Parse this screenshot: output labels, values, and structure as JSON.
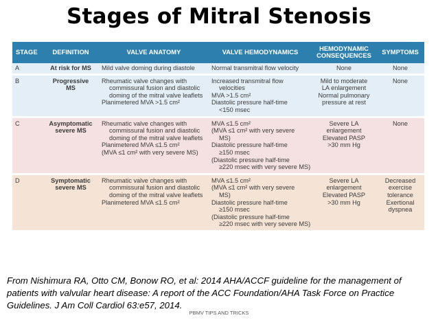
{
  "title": "Stages of Mitral Stenosis",
  "table": {
    "headers": [
      "STAGE",
      "DEFINITION",
      "VALVE ANATOMY",
      "VALVE HEMODYNAMICS",
      "HEMODYNAMIC CONSEQUENCES",
      "SYMPTOMS"
    ],
    "rows": [
      {
        "stage": "A",
        "definition": [
          "At risk for MS"
        ],
        "anatomy": [
          "Mild valve doming during diastole"
        ],
        "hemodynamics": [
          "Normal transmitral flow velocity"
        ],
        "consequences": [
          "None"
        ],
        "symptoms": [
          "None"
        ]
      },
      {
        "stage": "B",
        "definition": [
          "Progressive",
          "MS"
        ],
        "anatomy": [
          "Rheumatic valve changes with",
          "commissural fusion and diastolic",
          "doming of the mitral valve leaflets",
          "Planimetered MVA >1.5 cm²"
        ],
        "hemodynamics": [
          "Increased transmitral flow",
          "velocities",
          "MVA >1.5 cm²",
          "Diastolic pressure half-time",
          "<150 msec"
        ],
        "consequences": [
          "Mild to moderate",
          "LA enlargement",
          "Normal pulmonary",
          "pressure at rest"
        ],
        "symptoms": [
          "None"
        ]
      },
      {
        "stage": "C",
        "definition": [
          "Asymptomatic",
          "severe MS"
        ],
        "anatomy": [
          "Rheumatic valve changes with",
          "commissural fusion and diastolic",
          "doming of the mitral valve leaflets",
          "Planimetered MVA ≤1.5 cm²",
          "(MVA ≤1 cm² with very severe MS)"
        ],
        "hemodynamics": [
          "MVA ≤1.5 cm²",
          "(MVA ≤1 cm² with very severe",
          "MS)",
          "Diastolic pressure half-time",
          "≥150 msec",
          "(Diastolic pressure half-time",
          "≥220 msec with very severe MS)"
        ],
        "consequences": [
          "Severe LA",
          "enlargement",
          "Elevated PASP",
          ">30 mm Hg"
        ],
        "symptoms": [
          "None"
        ]
      },
      {
        "stage": "D",
        "definition": [
          "Symptomatic",
          "severe MS"
        ],
        "anatomy": [
          "Rheumatic valve changes with",
          "commissural fusion and diastolic",
          "doming of the mitral valve leaflets",
          "Planimetered MVA ≤1.5 cm²"
        ],
        "hemodynamics": [
          "MVA ≤1.5 cm²",
          "(MVA ≤1 cm² with very severe",
          "MS)",
          "Diastolic pressure half-time",
          "≥150 msec",
          "(Diastolic pressure half-time",
          "≥220 msec with very severe MS)"
        ],
        "consequences": [
          "Severe LA",
          "enlargement",
          "Elevated PASP",
          ">30 mm Hg"
        ],
        "symptoms": [
          "Decreased",
          "exercise",
          "tolerance",
          "Exertional",
          "dyspnea"
        ]
      }
    ]
  },
  "citation": "From Nishimura RA, Otto CM, Bonow RO, et al: 2014 AHA/ACCF guideline for the management of patients with valvular heart disease: A report of the ACC Foundation/AHA Task Force on Practice Guidelines. J Am Coll Cardiol 63:e57, 2014.",
  "footer": "PBMV TIPS AND TRICKS",
  "colors": {
    "header_bg": "#2d80ad",
    "row_blue": "#e3eef6",
    "row_pink": "#f5e1e1",
    "row_peach": "#f5e4d6"
  }
}
